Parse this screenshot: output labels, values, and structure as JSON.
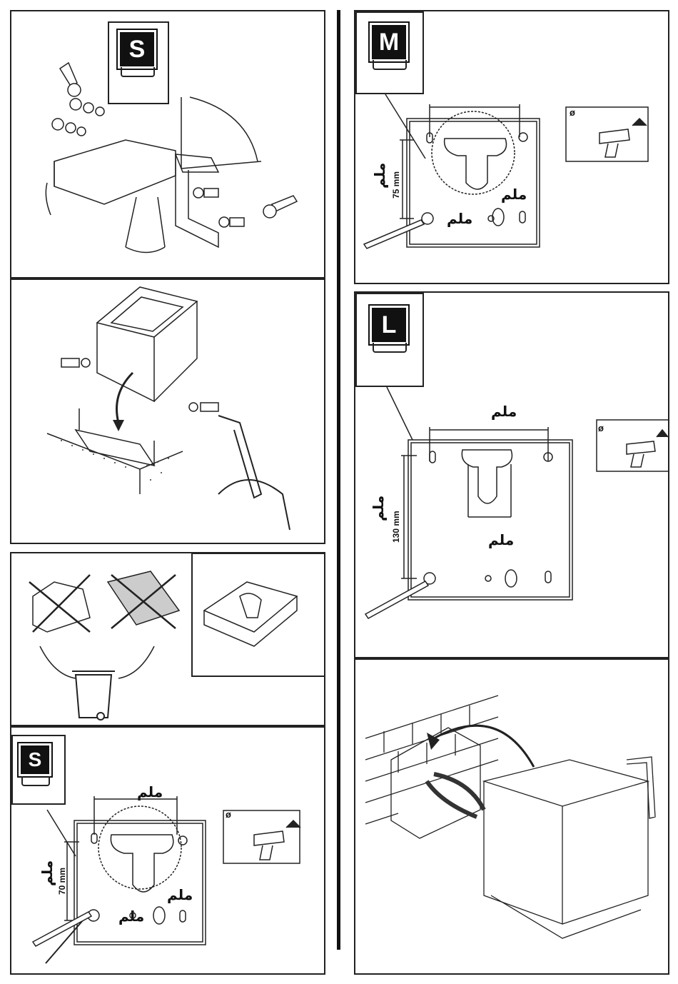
{
  "panels": {
    "s_bracket": {
      "badge": "S"
    },
    "s_template": {
      "badge": "S",
      "dim_vertical": "70 mm",
      "dim_unit": "ملم",
      "diameter_symbol": "ø"
    },
    "m_template": {
      "badge": "M",
      "dim_vertical": "75 mm",
      "dim_unit": "ملم",
      "diameter_symbol": "ø"
    },
    "l_template": {
      "badge": "L",
      "dim_vertical": "130 mm",
      "dim_unit": "ملم",
      "diameter_symbol": "ø"
    }
  },
  "icons": [
    "wrench-icon",
    "drill-icon",
    "pencil-icon",
    "dustbin-icon",
    "hex-key-icon",
    "screw-icon"
  ]
}
